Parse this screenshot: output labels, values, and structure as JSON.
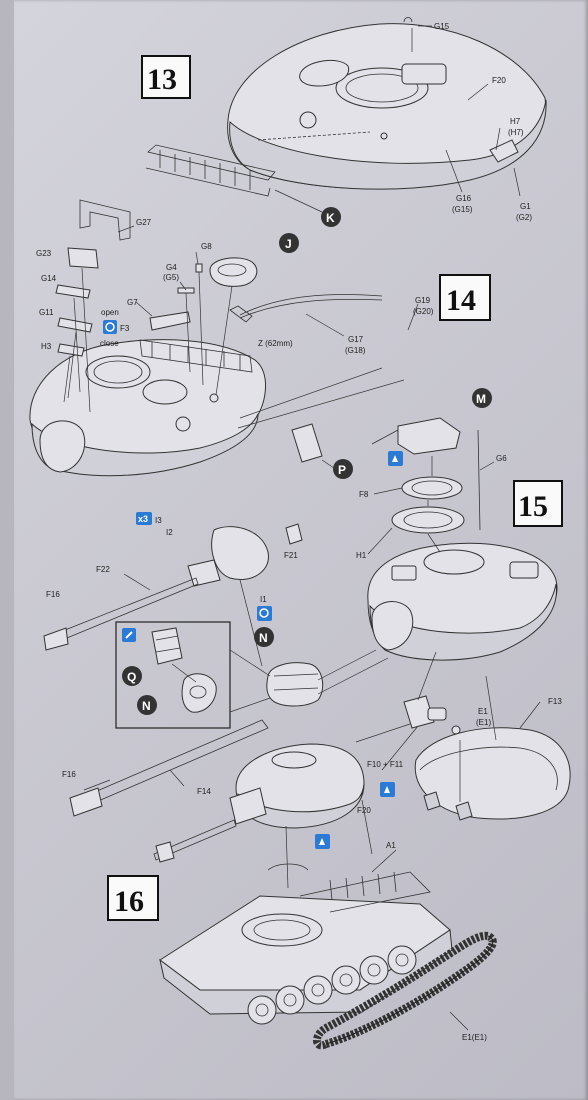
{
  "steps": {
    "s13": "13",
    "s14": "14",
    "s15": "15",
    "s16": "16"
  },
  "callouts": {
    "K": "K",
    "J": "J",
    "P": "P",
    "M": "M",
    "N": "N",
    "Q": "Q"
  },
  "notes": {
    "open": "open",
    "close": "close",
    "x3": "x3",
    "z_length": "Z (62mm)"
  },
  "labels": {
    "G15": "G15",
    "F20_top": "F20",
    "H7": "H7",
    "H7_alt": "(H7)",
    "G16": "G16",
    "G15_alt": "(G15)",
    "G1": "G1",
    "G2_alt": "(G2)",
    "G27": "G27",
    "G23": "G23",
    "G8": "G8",
    "G4": "G4",
    "G5_alt": "(G5)",
    "G14": "G14",
    "G7": "G7",
    "G11": "G11",
    "F3": "F3",
    "H3": "H3",
    "G19": "G19",
    "G20_alt": "(G20)",
    "G17": "G17",
    "G18_alt": "(G18)",
    "G6": "G6",
    "F8": "F8",
    "H1": "H1",
    "I3": "I3",
    "I2": "I2",
    "F21": "F21",
    "F22": "F22",
    "F16_a": "F16",
    "I1": "I1",
    "E1": "E1",
    "E1_alt": "(E1)",
    "F13": "F13",
    "F10_F11": "F10 + F11",
    "F16_b": "F16",
    "F14": "F14",
    "F20_mid": "F20",
    "A1": "A1",
    "E1_track": "E1(E1)"
  }
}
